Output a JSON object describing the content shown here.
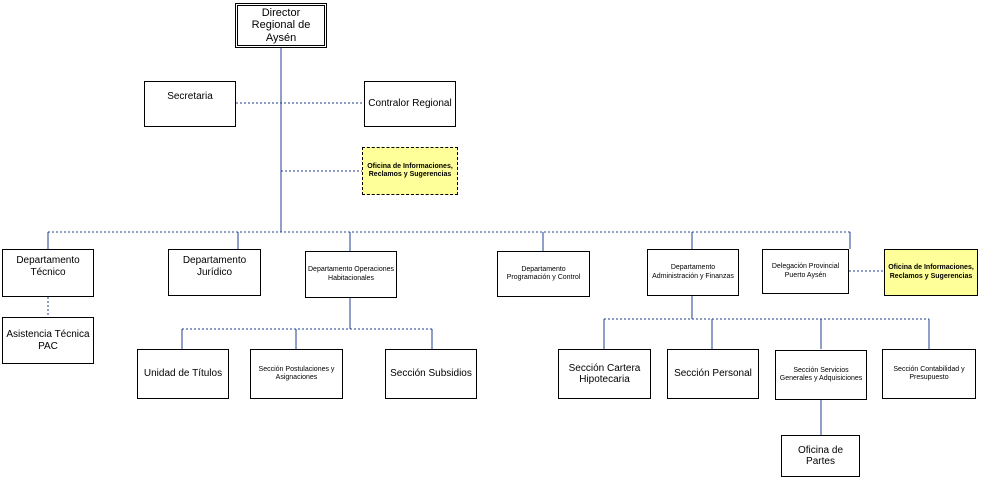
{
  "nodes": {
    "director": "Director Regional de Aysén",
    "secretaria": "Secretaria",
    "contralor": "Contralor Regional",
    "oficina_info_central": "Oficina de Informaciones, Reclamos y Sugerencias",
    "depto_tecnico": "Departamento Técnico",
    "asistencia_tecnica": "Asistencia Técnica PAC",
    "depto_juridico": "Departamento Jurídico",
    "depto_operaciones": "Departamento Operaciones Habitacionales",
    "unidad_titulos": "Unidad de Títulos",
    "seccion_postulaciones": "Sección Postulaciones y Asignaciones",
    "seccion_subsidios": "Sección Subsidios",
    "depto_programacion": "Departamento Programación y Control",
    "depto_administracion": "Departamento Administración y Finanzas",
    "seccion_cartera": "Sección Cartera Hipotecaria",
    "seccion_personal": "Sección Personal",
    "seccion_servicios": "Sección Servicios Generales y Adquisiciones",
    "oficina_partes": "Oficina de Partes",
    "seccion_contabilidad": "Sección Contabilidad y Presupuesto",
    "delegacion_provincial": "Delegación Provincial Puerto Aysén",
    "oficina_info_delegacion": "Oficina de Informaciones, Reclamos y Sugerencias"
  },
  "colors": {
    "connector": "#1f3f8f",
    "highlight_box": "#ffff99"
  }
}
